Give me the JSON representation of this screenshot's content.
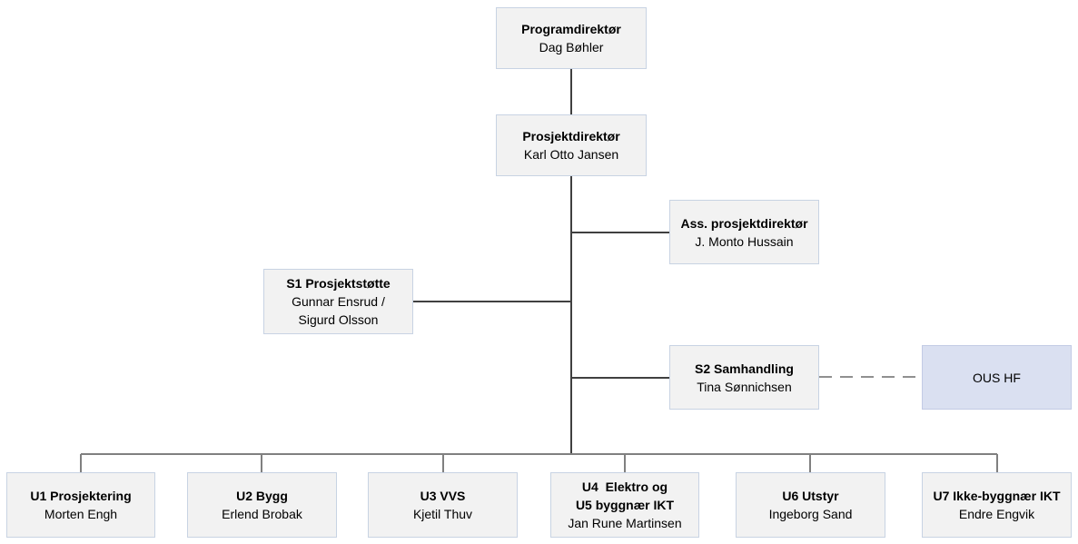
{
  "org": {
    "program_director": {
      "title": "Programdirektør",
      "name": "Dag Bøhler"
    },
    "project_director": {
      "title": "Prosjektdirektør",
      "name": "Karl Otto Jansen"
    },
    "assistant_director": {
      "title": "Ass. prosjektdirektør",
      "name": "J. Monto Hussain"
    },
    "s1": {
      "title": "S1 Prosjektstøtte",
      "name_line1": "Gunnar Ensrud /",
      "name_line2": "Sigurd Olsson"
    },
    "s2": {
      "title": "S2 Samhandling",
      "name": "Tina Sønnichsen"
    },
    "external": {
      "name": "OUS HF"
    },
    "units": [
      {
        "title": "U1 Prosjektering",
        "name": "Morten Engh"
      },
      {
        "title": "U2 Bygg",
        "name": "Erlend Brobak"
      },
      {
        "title": "U3 VVS",
        "name": "Kjetil Thuv"
      },
      {
        "title_line1": "U4  Elektro og",
        "title_line2": "U5 byggnær IKT",
        "name": "Jan Rune Martinsen"
      },
      {
        "title": "U6 Utstyr",
        "name": "Ingeborg Sand"
      },
      {
        "title": "U7 Ikke-byggnær IKT",
        "name": "Endre Engvik"
      }
    ]
  },
  "colors": {
    "box_fill": "#f2f2f2",
    "box_border": "#c8d3e3",
    "external_fill": "#dae0f1",
    "line": "#404040",
    "dashed_line": "#909090"
  }
}
